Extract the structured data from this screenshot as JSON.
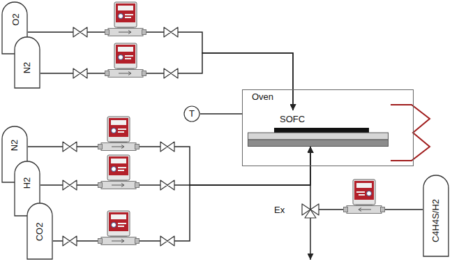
{
  "diagram": {
    "nodes": [
      {
        "text": [
          "O2"
        ]
      },
      {
        "text": [
          "N2"
        ]
      },
      {
        "text": [
          "T"
        ]
      },
      {
        "text": [
          "Oven"
        ]
      },
      {
        "text": [
          "SOFC"
        ],
        "in": 3
      },
      {
        "text": [
          "N2"
        ]
      },
      {
        "text": [
          "H2"
        ]
      },
      {
        "text": [
          "CO2"
        ]
      },
      {
        "text": [
          "C4H4S/H2"
        ]
      }
    ],
    "edges": [
      {
        "from": 0,
        "to": 4,
        "arrow": "to"
      },
      {
        "from": 1,
        "to": 4,
        "arrow": "to"
      },
      {
        "from": 2,
        "to": 3,
        "arrow": "none"
      },
      {
        "from": 5,
        "to": 4,
        "arrow": "to"
      },
      {
        "from": 6,
        "to": 4,
        "arrow": "to"
      },
      {
        "from": 7,
        "to": 4,
        "arrow": "to"
      },
      {
        "from": 8,
        "to": 4,
        "arrow": "to"
      }
    ],
    "labels": [
      "Ex"
    ]
  }
}
